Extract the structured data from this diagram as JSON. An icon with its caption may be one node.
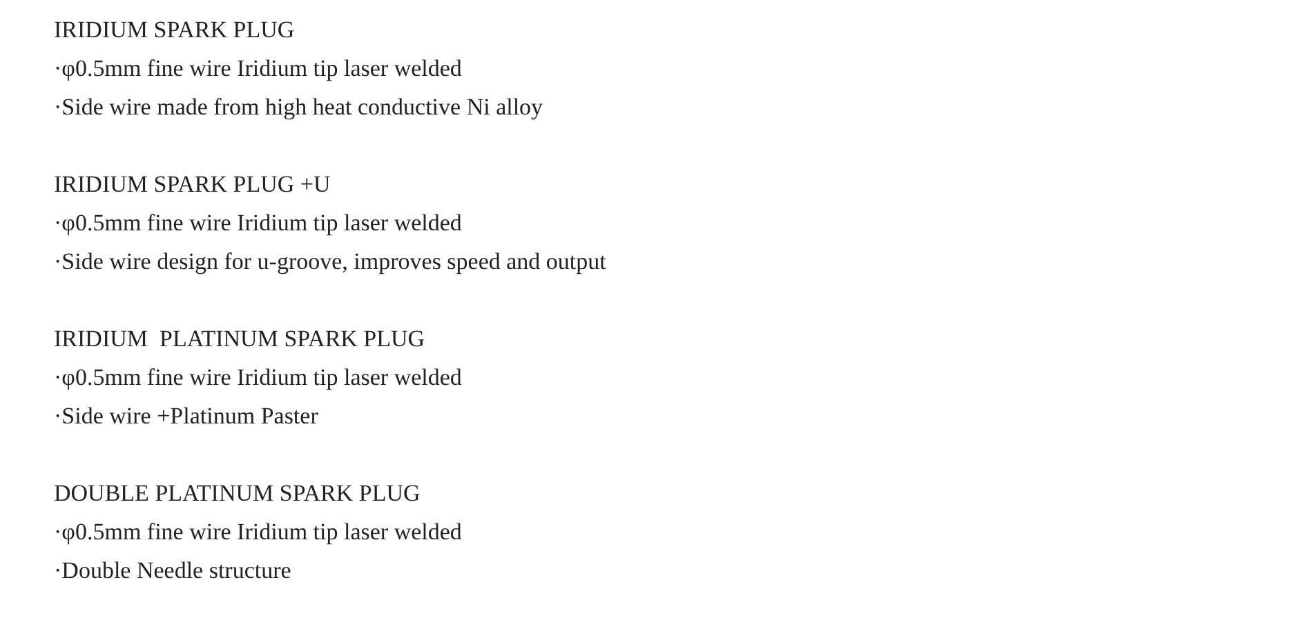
{
  "diagram": {
    "labels": [
      "IRIDIUM SPARK PLUG",
      "·φ0.5mm fine wire Iridium tip laser welded",
      "·Side wire made from high heat conductive Ni alloy",
      "IRIDIUM SPARK PLUG +U",
      "·φ0.5mm fine wire Iridium tip laser welded",
      "·Side wire design for u-groove, improves speed and output",
      "IRIDIUM  PLATINUM SPARK PLUG",
      "·φ0.5mm fine wire Iridium tip laser welded",
      "·Side wire +Platinum Paster",
      "DOUBLE PLATINUM SPARK PLUG",
      "·φ0.5mm fine wire Iridium tip laser welded",
      "·Double Needle structure"
    ]
  }
}
